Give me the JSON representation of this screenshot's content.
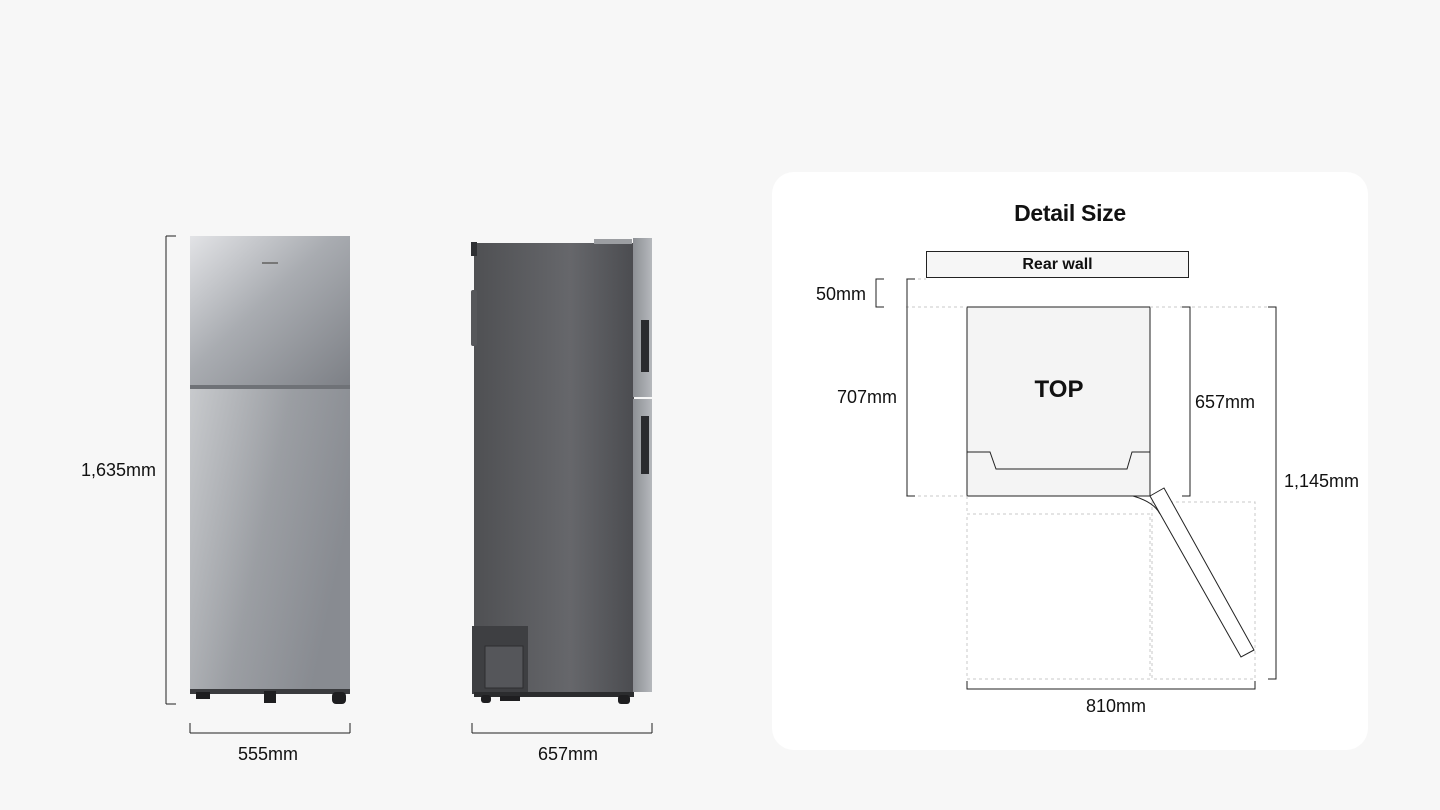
{
  "front_view": {
    "height_label": "1,635mm",
    "width_label": "555mm"
  },
  "side_view": {
    "depth_label": "657mm"
  },
  "detail_panel": {
    "title": "Detail Size",
    "rear_wall_label": "Rear wall",
    "top_label": "TOP",
    "gap_label": "50mm",
    "depth_with_gap_label": "707mm",
    "depth_label": "657mm",
    "open_depth_label": "1,145mm",
    "open_width_label": "810mm"
  },
  "colors": {
    "background": "#f7f7f7",
    "panel": "#ffffff",
    "steel_light": "#d9dadd",
    "steel_mid": "#a4a7ac",
    "steel_dark": "#5a5b5f",
    "line": "#222222"
  }
}
